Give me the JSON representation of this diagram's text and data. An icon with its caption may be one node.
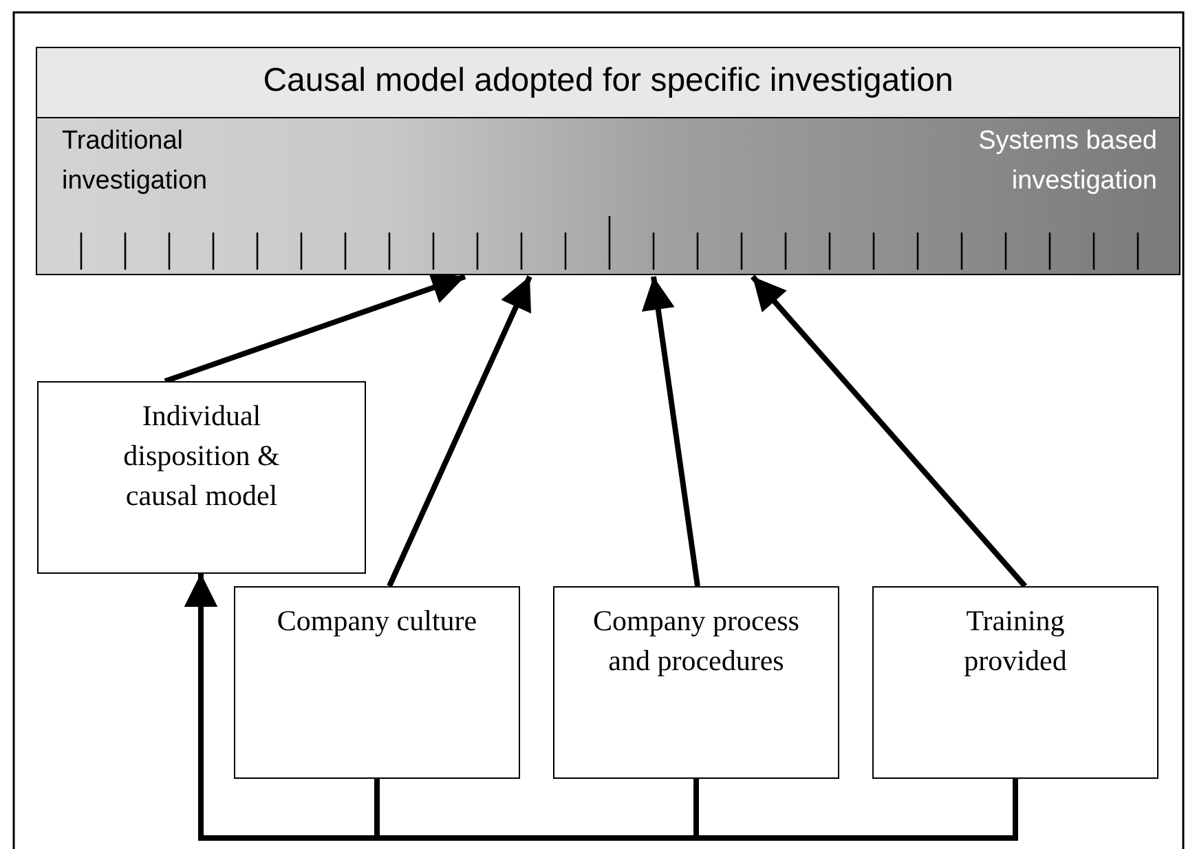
{
  "diagram": {
    "nodes": [
      {
        "text": [
          "Causal model adopted for specific investigation",
          "Traditional investigation",
          "Systems based investigation"
        ]
      },
      {
        "text": [
          "Individual disposition & causal model"
        ]
      },
      {
        "text": [
          "Company culture"
        ]
      },
      {
        "text": [
          "Company process and procedures"
        ]
      },
      {
        "text": [
          "Training provided"
        ]
      }
    ],
    "edges": [
      {
        "from": 1,
        "to": 0,
        "arrow": "to"
      },
      {
        "from": 2,
        "to": 0,
        "arrow": "to"
      },
      {
        "from": 3,
        "to": 0,
        "arrow": "to"
      },
      {
        "from": 4,
        "to": 0,
        "arrow": "to"
      },
      {
        "from": 2,
        "to": 1,
        "arrow": "to"
      },
      {
        "from": 3,
        "to": 1,
        "arrow": "to"
      },
      {
        "from": 4,
        "to": 1,
        "arrow": "to"
      }
    ]
  }
}
